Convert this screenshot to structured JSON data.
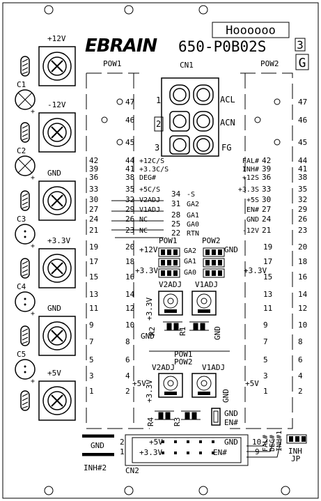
{
  "header": {
    "part_number_box": "Hoooooo",
    "brand": "EBRAIN",
    "model": "650-P0B02S",
    "rev_box": "3",
    "g_box": "G"
  },
  "connectors": {
    "pow1": "POW1",
    "pow2": "POW2",
    "cn1": "CN1",
    "cn2": "CN2",
    "jp": "JP",
    "inh_jp": "INH"
  },
  "terminals": [
    {
      "label": "+12V",
      "cap": "C1"
    },
    {
      "label": "-12V",
      "cap": "C2"
    },
    {
      "label": "GND",
      "cap": "C3"
    },
    {
      "label": "+3.3V",
      "cap": "C4"
    },
    {
      "label": "GND",
      "cap": "C5"
    },
    {
      "label": "+5V",
      "cap": ""
    }
  ],
  "cn1_pins": {
    "p1": "1",
    "p2": "2",
    "p3": "3",
    "acl": "ACL",
    "acn": "ACN",
    "fg": "FG"
  },
  "pow_left_numbers": [
    "47",
    "46",
    "45",
    "44",
    "41",
    "38",
    "35",
    "32",
    "29",
    "26",
    "23",
    "20",
    "18",
    "16",
    "14",
    "12",
    "10",
    "8",
    "6",
    "4",
    "2"
  ],
  "pow_left_outer": [
    "42",
    "39",
    "36",
    "33",
    "30",
    "27",
    "24",
    "21",
    "19",
    "17",
    "15",
    "13",
    "11",
    "9",
    "7",
    "5",
    "3",
    "1"
  ],
  "left_signals": [
    {
      "num": "44",
      "name": "+12C/S"
    },
    {
      "num": "41",
      "name": "+3.3C/S"
    },
    {
      "num": "38",
      "name": "DEG#"
    },
    {
      "num": "35",
      "name": "+5C/S"
    },
    {
      "num": "32",
      "name": "V2ADJ"
    },
    {
      "num": "29",
      "name": "V1ADJ"
    },
    {
      "num": "26",
      "name": "NC"
    },
    {
      "num": "23",
      "name": "NC"
    }
  ],
  "center_signals": [
    {
      "num": "34",
      "name": "-S"
    },
    {
      "num": "31",
      "name": "GA2"
    },
    {
      "num": "28",
      "name": "GA1"
    },
    {
      "num": "25",
      "name": "GA0"
    },
    {
      "num": "22",
      "name": "RTN"
    }
  ],
  "right_signals": [
    {
      "name": "FAL#",
      "num": "42"
    },
    {
      "name": "INH#",
      "num": "39"
    },
    {
      "name": "+12S",
      "num": "36"
    },
    {
      "name": "+3.3S",
      "num": "33"
    },
    {
      "name": "+5S",
      "num": "30"
    },
    {
      "name": "EN#",
      "num": "27"
    },
    {
      "name": "GND",
      "num": "24"
    },
    {
      "name": "-12V",
      "num": "21"
    }
  ],
  "right_outer": [
    "47",
    "46",
    "45",
    "44",
    "41",
    "38",
    "35",
    "32",
    "29",
    "26",
    "23",
    "20",
    "18",
    "16",
    "14",
    "12",
    "10",
    "8",
    "6",
    "4",
    "2"
  ],
  "labels": {
    "plus12v_20": "+12V",
    "gnd_19": "GND",
    "plus33_left": "+3.3V",
    "plus33_right": "+3.3V",
    "ga2": "GA2",
    "ga1": "GA1",
    "ga0": "GA0",
    "v2adj": "V2ADJ",
    "v1adj": "V1ADJ",
    "pot_33": "+3.3V",
    "gnd_r2": "GND",
    "r2": "R2",
    "r1": "R1",
    "gnd_right": "GND",
    "pow1_mid": "POW1",
    "pow2_mid": "POW2",
    "v2adj2": "V2ADJ",
    "v1adj2": "V1ADJ",
    "plus5v_left": "+5V",
    "plus5v_right": "+5V",
    "pot2_33": "+3.3V",
    "gnd_lower": "GND",
    "r4": "R4",
    "r3": "R3",
    "gnd_en": "GND",
    "en": "EN#",
    "gnd_box": "GND",
    "inh2": "INH#2",
    "cn2_5v": "+5V",
    "cn2_33v": "+3.3V",
    "cn2_gnd": "GND",
    "cn2_en": "EN#",
    "cn2_num10": "10",
    "cn2_num9": "9",
    "cn2_num2": "2",
    "cn2_num1": "1",
    "fal": "FAL#",
    "deg": "DEG#",
    "inh1": "INH#1",
    "pow1_1": "1",
    "pow1_pin": "1",
    "pow2_1": "1"
  }
}
